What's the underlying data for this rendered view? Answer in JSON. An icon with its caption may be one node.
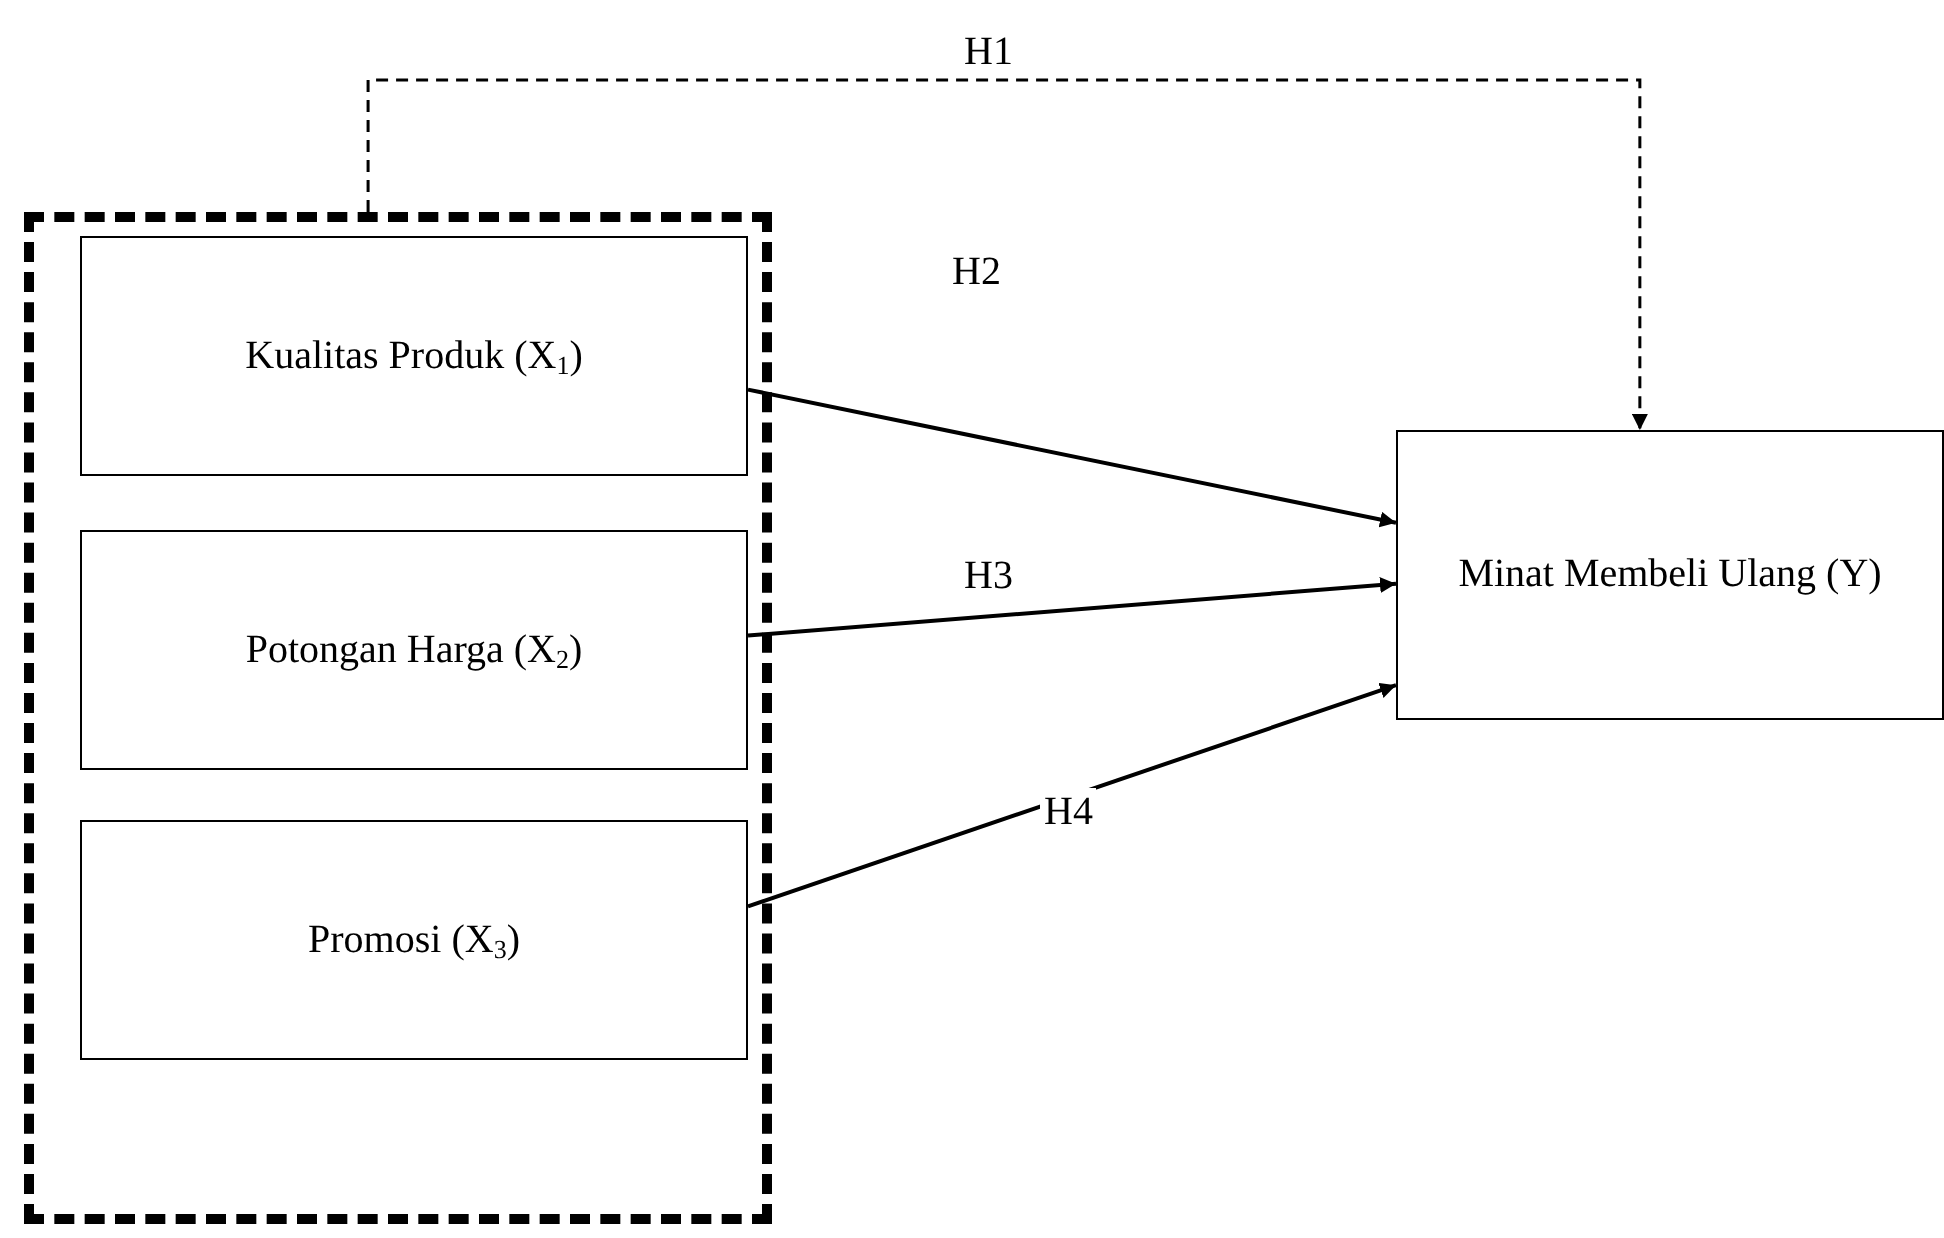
{
  "diagram": {
    "nodes": [
      {
        "text": [],
        "shape": "box"
      },
      {
        "text": [
          "Kualitas Produk (X$_{1}$)"
        ],
        "in": 0
      },
      {
        "text": [
          "Potongan Harga (X$_{2}$)"
        ],
        "in": 0
      },
      {
        "text": [
          "Promosi (X$_{3}$)"
        ],
        "in": 0
      },
      {
        "text": [
          "Minat Membeli Ulang (Y)"
        ]
      }
    ],
    "edges": [
      {
        "from": 0,
        "to": 4,
        "arrow": "to",
        "label": "H1",
        "style": "dashed"
      },
      {
        "from": 1,
        "to": 4,
        "arrow": "to",
        "label": "H2"
      },
      {
        "from": 2,
        "to": 4,
        "arrow": "to",
        "label": "H3"
      },
      {
        "from": 3,
        "to": 4,
        "arrow": "to",
        "label": "H4"
      }
    ]
  }
}
